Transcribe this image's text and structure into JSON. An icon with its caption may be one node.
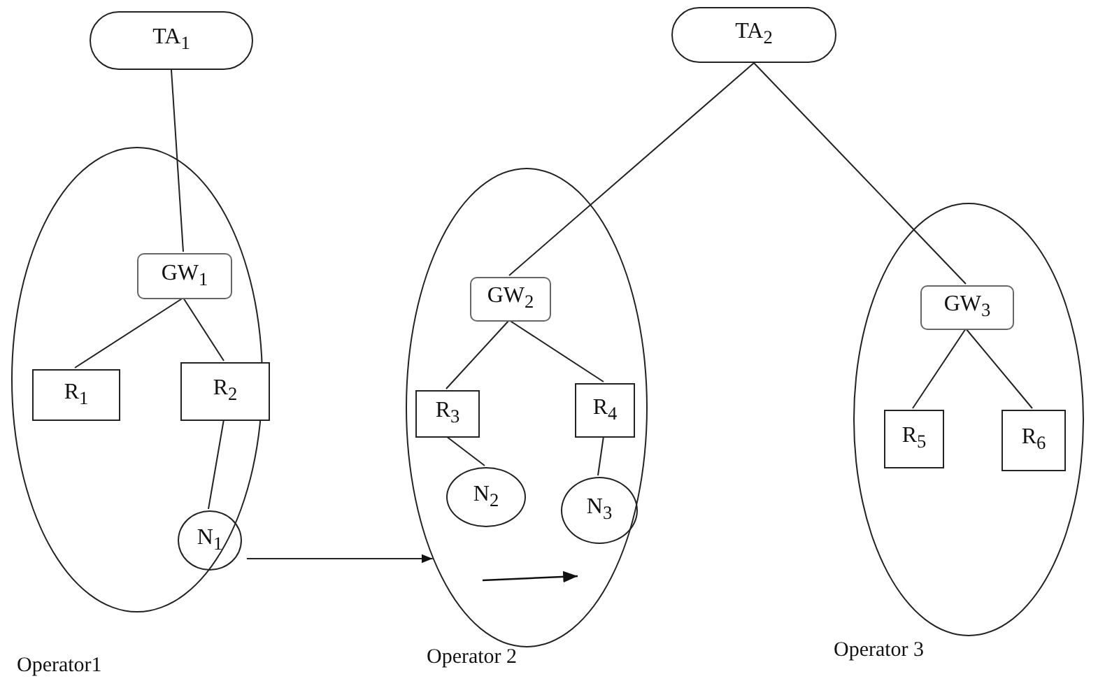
{
  "diagram": {
    "nodes": [
      {
        "text": [
          "TA$_{1}$"
        ]
      },
      {
        "text": [
          "TA$_{2}$"
        ]
      },
      {
        "text": [],
        "shape": "ellipse",
        "beside": [
          "Operator1"
        ]
      },
      {
        "text": [
          "GW$_{1}$"
        ],
        "in": 2
      },
      {
        "text": [
          "R$_{1}$"
        ],
        "in": 2
      },
      {
        "text": [
          "R$_{2}$"
        ],
        "in": 2
      },
      {
        "text": [
          "N$_{1}$"
        ],
        "in": 2
      },
      {
        "text": [],
        "shape": "ellipse",
        "beside": [
          "Operator 2"
        ]
      },
      {
        "text": [
          "GW$_{2}$"
        ],
        "in": 7
      },
      {
        "text": [
          "R$_{3}$"
        ],
        "in": 7
      },
      {
        "text": [
          "R$_{4}$"
        ],
        "in": 7
      },
      {
        "text": [
          "N$_{2}$"
        ],
        "in": 7
      },
      {
        "text": [
          "N$_{3}$"
        ],
        "in": 7
      },
      {
        "text": [],
        "shape": "ellipse",
        "beside": [
          "Operator 3"
        ]
      },
      {
        "text": [
          "GW$_{3}$"
        ],
        "in": 13
      },
      {
        "text": [
          "R$_{5}$"
        ],
        "in": 13
      },
      {
        "text": [
          "R$_{6}$"
        ],
        "in": 13
      }
    ],
    "edges": [
      {
        "from": 0,
        "to": 3,
        "arrow": "none"
      },
      {
        "from": 3,
        "to": 4,
        "arrow": "none"
      },
      {
        "from": 3,
        "to": 5,
        "arrow": "none"
      },
      {
        "from": 5,
        "to": 6,
        "arrow": "none"
      },
      {
        "from": 6,
        "to": 7,
        "arrow": "to"
      },
      {
        "from": 1,
        "to": 8,
        "arrow": "none"
      },
      {
        "from": 1,
        "to": 14,
        "arrow": "none"
      },
      {
        "from": 8,
        "to": 9,
        "arrow": "none"
      },
      {
        "from": 8,
        "to": 10,
        "arrow": "none"
      },
      {
        "from": 9,
        "to": 11,
        "arrow": "none"
      },
      {
        "from": 10,
        "to": 12,
        "arrow": "none"
      },
      {
        "from": 14,
        "to": 15,
        "arrow": "none"
      },
      {
        "from": 14,
        "to": 16,
        "arrow": "none"
      }
    ]
  }
}
